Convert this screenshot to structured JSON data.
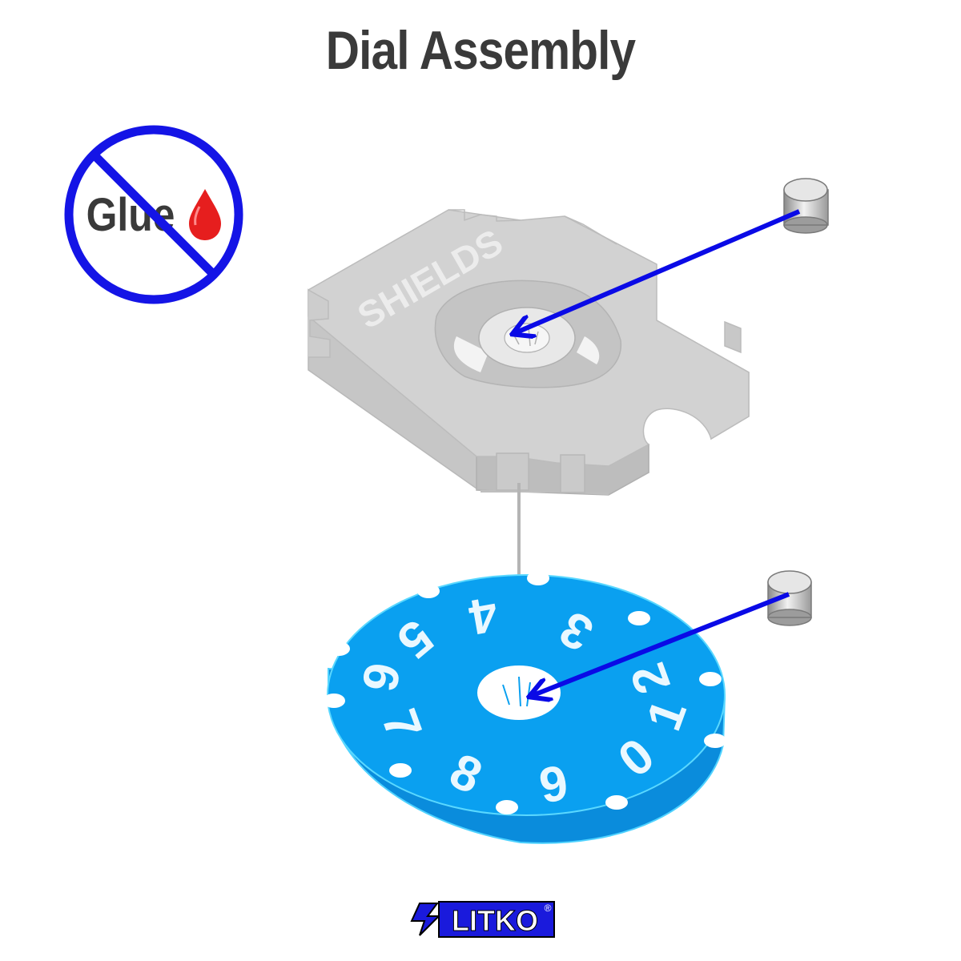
{
  "title": "Dial Assembly",
  "no_glue": {
    "label": "Glue",
    "icon": "no-glue-icon"
  },
  "shield_plate": {
    "label": "SHIELDS"
  },
  "dial": {
    "numbers": [
      "1",
      "2",
      "3",
      "4",
      "5",
      "6",
      "7",
      "8",
      "9",
      "0"
    ]
  },
  "logo": {
    "text": "LITKO",
    "mark": "®"
  },
  "colors": {
    "arrow": "#0a0ae6",
    "dial": "#0aa0f0",
    "plate": "#d2d2d2",
    "prohibit": "#1414e6",
    "drop": "#e61e1e"
  }
}
